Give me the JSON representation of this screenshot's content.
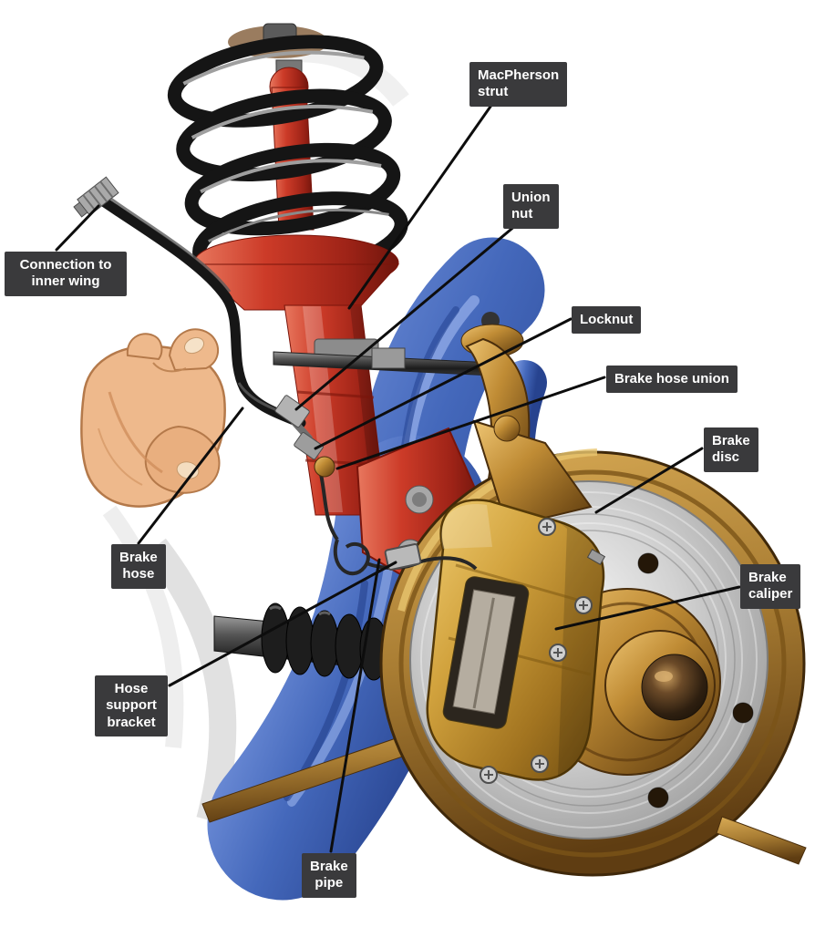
{
  "figure": {
    "description": "Cutaway illustration of a car front suspension and brake assembly showing a MacPherson strut, coil spring, brake hose run and front brake disc with caliper"
  },
  "palette": {
    "label_bg": "#3a3a3c",
    "label_text": "#ffffff",
    "leader_line": "#0d0d0d",
    "strut_red": "#c0392b",
    "spring_black": "#151515",
    "wheel_arch_blue": "#3f63b4",
    "disc_silver": "#c9c9c9",
    "hub_bronze": "#b07c33",
    "caliper_gold": "#c49236",
    "hand_skin": "#eeb98c",
    "hose_black": "#161616"
  },
  "labels": [
    {
      "id": "macpherson-strut",
      "text": "MacPherson\nstrut"
    },
    {
      "id": "union-nut",
      "text": "Union\nnut"
    },
    {
      "id": "connection-to-inner-wing",
      "text": "Connection to\ninner wing"
    },
    {
      "id": "locknut",
      "text": "Locknut"
    },
    {
      "id": "brake-hose-union",
      "text": "Brake hose union"
    },
    {
      "id": "brake-disc",
      "text": "Brake\ndisc"
    },
    {
      "id": "brake-hose",
      "text": "Brake\nhose"
    },
    {
      "id": "brake-caliper",
      "text": "Brake\ncaliper"
    },
    {
      "id": "hose-support-bracket",
      "text": "Hose\nsupport\nbracket"
    },
    {
      "id": "brake-pipe",
      "text": "Brake\npipe"
    }
  ]
}
